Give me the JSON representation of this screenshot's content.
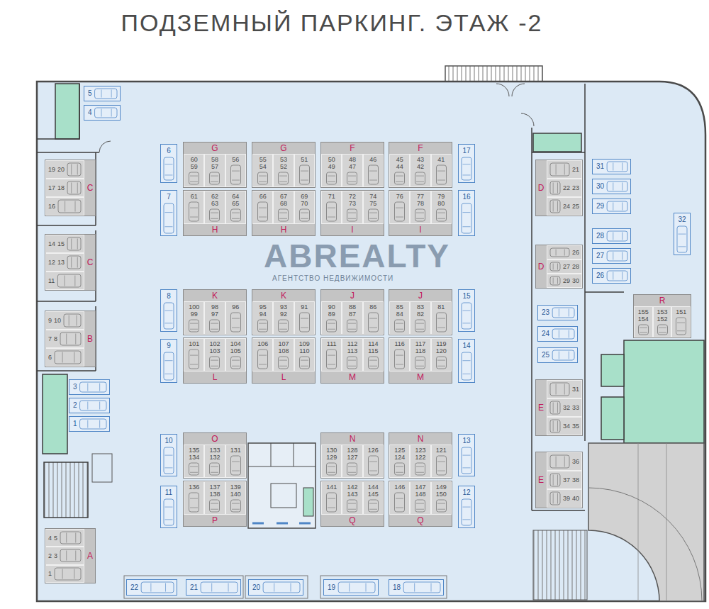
{
  "diagram": {
    "title": "ПОДЗЕМНЫЙ ПАРКИНГ. ЭТАЖ -2",
    "nodes": [
      {
        "text": [
          "5"
        ]
      },
      {
        "text": [
          "4"
        ]
      },
      {
        "text": [
          "6"
        ]
      },
      {
        "text": [
          "G"
        ]
      },
      {
        "text": [
          "60",
          "59"
        ],
        "in": 3
      },
      {
        "text": [
          "58",
          "57"
        ],
        "in": 3
      },
      {
        "text": [
          "56"
        ],
        "in": 3
      },
      {
        "text": [
          "G"
        ]
      },
      {
        "text": [
          "55",
          "54"
        ],
        "in": 7
      },
      {
        "text": [
          "53",
          "52"
        ],
        "in": 7
      },
      {
        "text": [
          "51"
        ],
        "in": 7
      },
      {
        "text": [
          "F"
        ]
      },
      {
        "text": [
          "50",
          "49"
        ],
        "in": 11
      },
      {
        "text": [
          "48",
          "47"
        ],
        "in": 11
      },
      {
        "text": [
          "46"
        ],
        "in": 11
      },
      {
        "text": [
          "F"
        ]
      },
      {
        "text": [
          "45",
          "44"
        ],
        "in": 15
      },
      {
        "text": [
          "43",
          "42"
        ],
        "in": 15
      },
      {
        "text": [
          "41"
        ],
        "in": 15
      },
      {
        "text": [
          "17"
        ]
      },
      {
        "text": [
          "D"
        ]
      },
      {
        "text": [
          "21"
        ],
        "in": 20
      },
      {
        "text": [
          "22",
          "23"
        ],
        "in": 20
      },
      {
        "text": [
          "24",
          "25"
        ],
        "in": 20
      },
      {
        "text": [
          "31"
        ]
      },
      {
        "text": [
          "C"
        ]
      },
      {
        "text": [
          "19",
          "20"
        ],
        "in": 25
      },
      {
        "text": [
          "17",
          "18"
        ],
        "in": 25
      },
      {
        "text": [
          "16"
        ],
        "in": 25
      },
      {
        "text": [
          "30"
        ]
      },
      {
        "text": [
          "29"
        ]
      },
      {
        "text": [
          "7"
        ]
      },
      {
        "text": [
          "H"
        ]
      },
      {
        "text": [
          "61"
        ],
        "in": 32
      },
      {
        "text": [
          "62",
          "63"
        ],
        "in": 32
      },
      {
        "text": [
          "64",
          "65"
        ],
        "in": 32
      },
      {
        "text": [
          "H"
        ]
      },
      {
        "text": [
          "66"
        ],
        "in": 36
      },
      {
        "text": [
          "67",
          "68"
        ],
        "in": 36
      },
      {
        "text": [
          "69",
          "70"
        ],
        "in": 36
      },
      {
        "text": [
          "I"
        ]
      },
      {
        "text": [
          "71"
        ],
        "in": 40
      },
      {
        "text": [
          "72",
          "73"
        ],
        "in": 40
      },
      {
        "text": [
          "74",
          "75"
        ],
        "in": 40
      },
      {
        "text": [
          "I"
        ]
      },
      {
        "text": [
          "76"
        ],
        "in": 44
      },
      {
        "text": [
          "77",
          "78"
        ],
        "in": 44
      },
      {
        "text": [
          "79",
          "80"
        ],
        "in": 44
      },
      {
        "text": [
          "16"
        ]
      },
      {
        "text": [
          "32"
        ]
      },
      {
        "text": [
          "28"
        ]
      },
      {
        "text": [
          "C"
        ]
      },
      {
        "text": [
          "14",
          "15"
        ],
        "in": 51
      },
      {
        "text": [
          "12",
          "13"
        ],
        "in": 51
      },
      {
        "text": [
          "11"
        ],
        "in": 51
      },
      {
        "text": [
          "D"
        ]
      },
      {
        "text": [
          "26"
        ],
        "in": 55
      },
      {
        "text": [
          "27",
          "28"
        ],
        "in": 55
      },
      {
        "text": [
          "29",
          "30"
        ],
        "in": 55
      },
      {
        "text": [
          "27"
        ]
      },
      {
        "text": [
          "26"
        ]
      },
      {
        "text": [
          "8"
        ]
      },
      {
        "text": [
          "K"
        ]
      },
      {
        "text": [
          "100",
          "99"
        ],
        "in": 62
      },
      {
        "text": [
          "98",
          "97"
        ],
        "in": 62
      },
      {
        "text": [
          "96"
        ],
        "in": 62
      },
      {
        "text": [
          "K"
        ]
      },
      {
        "text": [
          "95",
          "94"
        ],
        "in": 66
      },
      {
        "text": [
          "93",
          "92"
        ],
        "in": 66
      },
      {
        "text": [
          "91"
        ],
        "in": 66
      },
      {
        "text": [
          "J"
        ]
      },
      {
        "text": [
          "90",
          "89"
        ],
        "in": 70
      },
      {
        "text": [
          "88",
          "87"
        ],
        "in": 70
      },
      {
        "text": [
          "86"
        ],
        "in": 70
      },
      {
        "text": [
          "J"
        ]
      },
      {
        "text": [
          "85",
          "84"
        ],
        "in": 74
      },
      {
        "text": [
          "83",
          "82"
        ],
        "in": 74
      },
      {
        "text": [
          "81"
        ],
        "in": 74
      },
      {
        "text": [
          "15"
        ]
      },
      {
        "text": [
          "R"
        ]
      },
      {
        "text": [
          "155",
          "154"
        ],
        "in": 79
      },
      {
        "text": [
          "153",
          "152"
        ],
        "in": 79
      },
      {
        "text": [
          "151"
        ],
        "in": 79
      },
      {
        "text": [
          "23"
        ]
      },
      {
        "text": [
          "B"
        ]
      },
      {
        "text": [
          "9",
          "10"
        ],
        "in": 84
      },
      {
        "text": [
          "7",
          "8"
        ],
        "in": 84
      },
      {
        "text": [
          "6"
        ],
        "in": 84
      },
      {
        "text": [
          "24"
        ]
      },
      {
        "text": [
          "9"
        ]
      },
      {
        "text": [
          "L"
        ]
      },
      {
        "text": [
          "101"
        ],
        "in": 90
      },
      {
        "text": [
          "102",
          "103"
        ],
        "in": 90
      },
      {
        "text": [
          "104",
          "105"
        ],
        "in": 90
      },
      {
        "text": [
          "L"
        ]
      },
      {
        "text": [
          "106"
        ],
        "in": 94
      },
      {
        "text": [
          "107",
          "108"
        ],
        "in": 94
      },
      {
        "text": [
          "109",
          "110"
        ],
        "in": 94
      },
      {
        "text": [
          "M"
        ]
      },
      {
        "text": [
          "111"
        ],
        "in": 98
      },
      {
        "text": [
          "112",
          "113"
        ],
        "in": 98
      },
      {
        "text": [
          "114",
          "115"
        ],
        "in": 98
      },
      {
        "text": [
          "M"
        ]
      },
      {
        "text": [
          "116"
        ],
        "in": 102
      },
      {
        "text": [
          "117",
          "118"
        ],
        "in": 102
      },
      {
        "text": [
          "119",
          "120"
        ],
        "in": 102
      },
      {
        "text": [
          "14"
        ]
      },
      {
        "text": [
          "25"
        ]
      },
      {
        "text": [
          "3"
        ]
      },
      {
        "text": [
          "2"
        ]
      },
      {
        "text": [
          "1"
        ]
      },
      {
        "text": [
          "E"
        ]
      },
      {
        "text": [
          "31"
        ],
        "in": 111
      },
      {
        "text": [
          "32",
          "33"
        ],
        "in": 111
      },
      {
        "text": [
          "34",
          "35"
        ],
        "in": 111
      },
      {
        "text": [
          "10"
        ]
      },
      {
        "text": [
          "O"
        ]
      },
      {
        "text": [
          "135",
          "134"
        ],
        "in": 116
      },
      {
        "text": [
          "133",
          "132"
        ],
        "in": 116
      },
      {
        "text": [
          "131"
        ],
        "in": 116
      },
      {
        "text": [
          "N"
        ]
      },
      {
        "text": [
          "130",
          "129"
        ],
        "in": 120
      },
      {
        "text": [
          "128",
          "127"
        ],
        "in": 120
      },
      {
        "text": [
          "126"
        ],
        "in": 120
      },
      {
        "text": [
          "N"
        ]
      },
      {
        "text": [
          "125",
          "124"
        ],
        "in": 124
      },
      {
        "text": [
          "123",
          "122"
        ],
        "in": 124
      },
      {
        "text": [
          "121"
        ],
        "in": 124
      },
      {
        "text": [
          "13"
        ]
      },
      {
        "text": [
          "E"
        ]
      },
      {
        "text": [
          "36"
        ],
        "in": 129
      },
      {
        "text": [
          "37",
          "38"
        ],
        "in": 129
      },
      {
        "text": [
          "39",
          "40"
        ],
        "in": 129
      },
      {
        "text": [
          "11"
        ]
      },
      {
        "text": [
          "P"
        ]
      },
      {
        "text": [
          "136"
        ],
        "in": 134
      },
      {
        "text": [
          "137",
          "138"
        ],
        "in": 134
      },
      {
        "text": [
          "139",
          "140"
        ],
        "in": 134
      },
      {
        "text": [
          "Q"
        ]
      },
      {
        "text": [
          "141"
        ],
        "in": 138
      },
      {
        "text": [
          "142",
          "143"
        ],
        "in": 138
      },
      {
        "text": [
          "144",
          "145"
        ],
        "in": 138
      },
      {
        "text": [
          "Q"
        ]
      },
      {
        "text": [
          "146"
        ],
        "in": 142
      },
      {
        "text": [
          "147",
          "148"
        ],
        "in": 142
      },
      {
        "text": [
          "149",
          "150"
        ],
        "in": 142
      },
      {
        "text": [
          "12"
        ]
      },
      {
        "text": [
          "A"
        ]
      },
      {
        "text": [
          "4",
          "5"
        ],
        "in": 147
      },
      {
        "text": [
          "2",
          "3"
        ],
        "in": 147
      },
      {
        "text": [
          "1"
        ],
        "in": 147
      },
      {
        "text": [
          "22"
        ]
      },
      {
        "text": [
          "21"
        ]
      },
      {
        "text": [
          "20"
        ]
      },
      {
        "text": [
          "19"
        ]
      },
      {
        "text": [
          "18"
        ]
      }
    ],
    "labels": [
      "ABREALTY",
      "АГЕНТСТВО НЕДВИЖИМОСТИ"
    ]
  }
}
